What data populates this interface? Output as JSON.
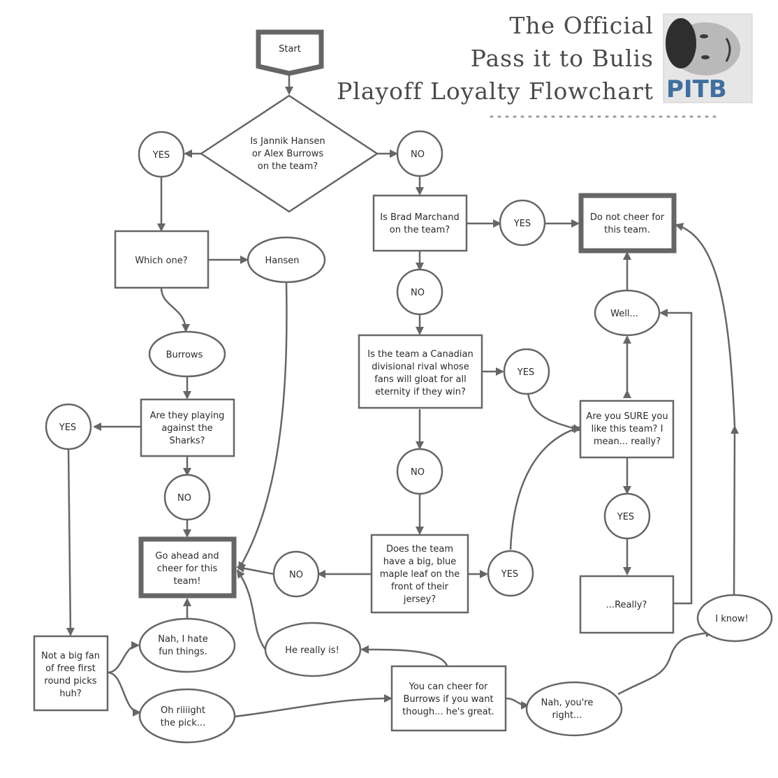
{
  "title": {
    "lines": [
      "The Official",
      "Pass it to Bulis",
      "Playoff Loyalty Flowchart"
    ]
  },
  "logo": {
    "text": "PITB"
  },
  "nodes": {
    "start": [
      "Start"
    ],
    "q_hansen_burrows": [
      "Is Jannik Hansen",
      "or Alex Burrows",
      "on the team?"
    ],
    "yes_top": [
      "YES"
    ],
    "no_top": [
      "NO"
    ],
    "which_one": [
      "Which one?"
    ],
    "hansen": [
      "Hansen"
    ],
    "burrows": [
      "Burrows"
    ],
    "q_sharks": [
      "Are they playing",
      "against the",
      "Sharks?"
    ],
    "yes_sharks": [
      "YES"
    ],
    "no_sharks": [
      "NO"
    ],
    "cheer": [
      "Go ahead and",
      "cheer for this",
      "team!"
    ],
    "not_fan_picks": [
      "Not a big fan",
      "of free first",
      "round picks",
      "huh?"
    ],
    "hate_fun": [
      "Nah, I hate",
      "fun things."
    ],
    "oh_right": [
      "Oh riiiight",
      "the pick..."
    ],
    "he_really_is": [
      "He really is!"
    ],
    "cheer_burrows": [
      "You can cheer for",
      "Burrows if you want",
      "though... he's great."
    ],
    "nah_right": [
      "Nah, you're",
      "right..."
    ],
    "i_know": [
      "I know!"
    ],
    "q_marchand": [
      "Is Brad Marchand",
      "on the team?"
    ],
    "yes_marchand": [
      "YES"
    ],
    "no_marchand": [
      "NO"
    ],
    "do_not_cheer": [
      "Do not cheer for",
      "this team."
    ],
    "q_canadian": [
      "Is the team a Canadian",
      "divisional rival whose",
      "fans will gloat for all",
      "eternity if they win?"
    ],
    "yes_canadian": [
      "YES"
    ],
    "no_canadian": [
      "NO"
    ],
    "q_maple": [
      "Does the team",
      "have a big, blue",
      "maple leaf on the",
      "front of their",
      "jersey?"
    ],
    "yes_maple": [
      "YES"
    ],
    "no_maple": [
      "NO"
    ],
    "q_sure": [
      "Are you SURE you",
      "like this team? I",
      "mean... really?"
    ],
    "well": [
      "Well..."
    ],
    "yes_sure": [
      "YES"
    ],
    "really": [
      "...Really?"
    ]
  }
}
